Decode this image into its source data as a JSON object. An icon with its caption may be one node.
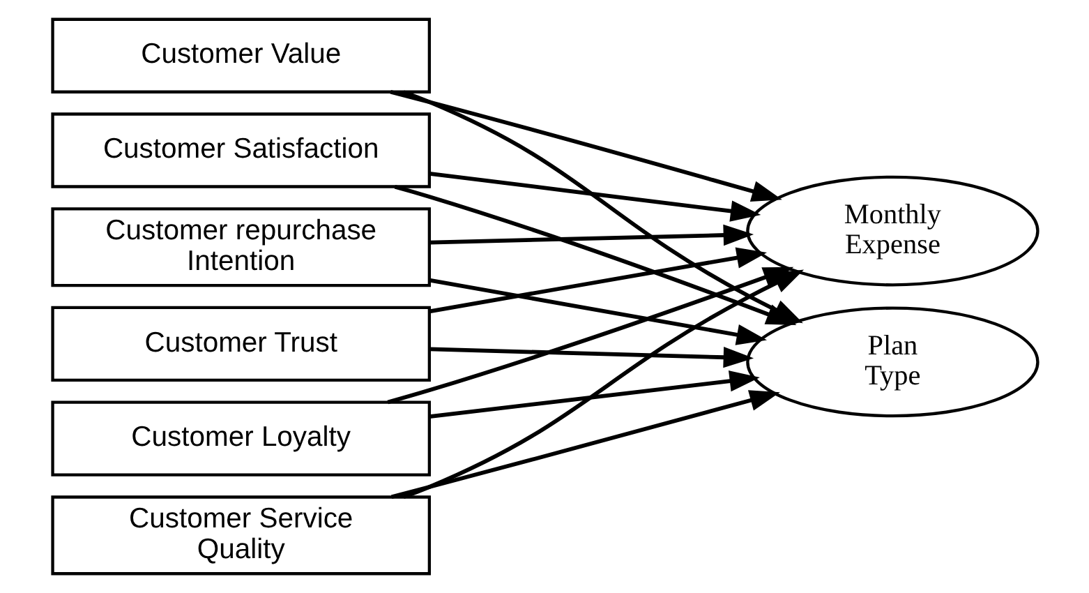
{
  "diagram": {
    "nodes": [
      {
        "text": [
          "Customer Value"
        ]
      },
      {
        "text": [
          "Customer Satisfaction"
        ]
      },
      {
        "text": [
          "Customer repurchase Intention"
        ]
      },
      {
        "text": [
          "Customer Trust"
        ]
      },
      {
        "text": [
          "Customer Loyalty"
        ]
      },
      {
        "text": [
          "Customer Service Quality"
        ]
      },
      {
        "text": [
          "Monthly Expense"
        ]
      },
      {
        "text": [
          "Plan Type"
        ]
      }
    ],
    "edges": [
      {
        "from": 0,
        "to": 6,
        "arrow": "to"
      },
      {
        "from": 0,
        "to": 7,
        "arrow": "to"
      },
      {
        "from": 1,
        "to": 6,
        "arrow": "to"
      },
      {
        "from": 1,
        "to": 7,
        "arrow": "to"
      },
      {
        "from": 2,
        "to": 6,
        "arrow": "to"
      },
      {
        "from": 2,
        "to": 7,
        "arrow": "to"
      },
      {
        "from": 3,
        "to": 6,
        "arrow": "to"
      },
      {
        "from": 3,
        "to": 7,
        "arrow": "to"
      },
      {
        "from": 4,
        "to": 6,
        "arrow": "to"
      },
      {
        "from": 4,
        "to": 7,
        "arrow": "to"
      },
      {
        "from": 5,
        "to": 6,
        "arrow": "to"
      },
      {
        "from": 5,
        "to": 7,
        "arrow": "to"
      }
    ]
  }
}
